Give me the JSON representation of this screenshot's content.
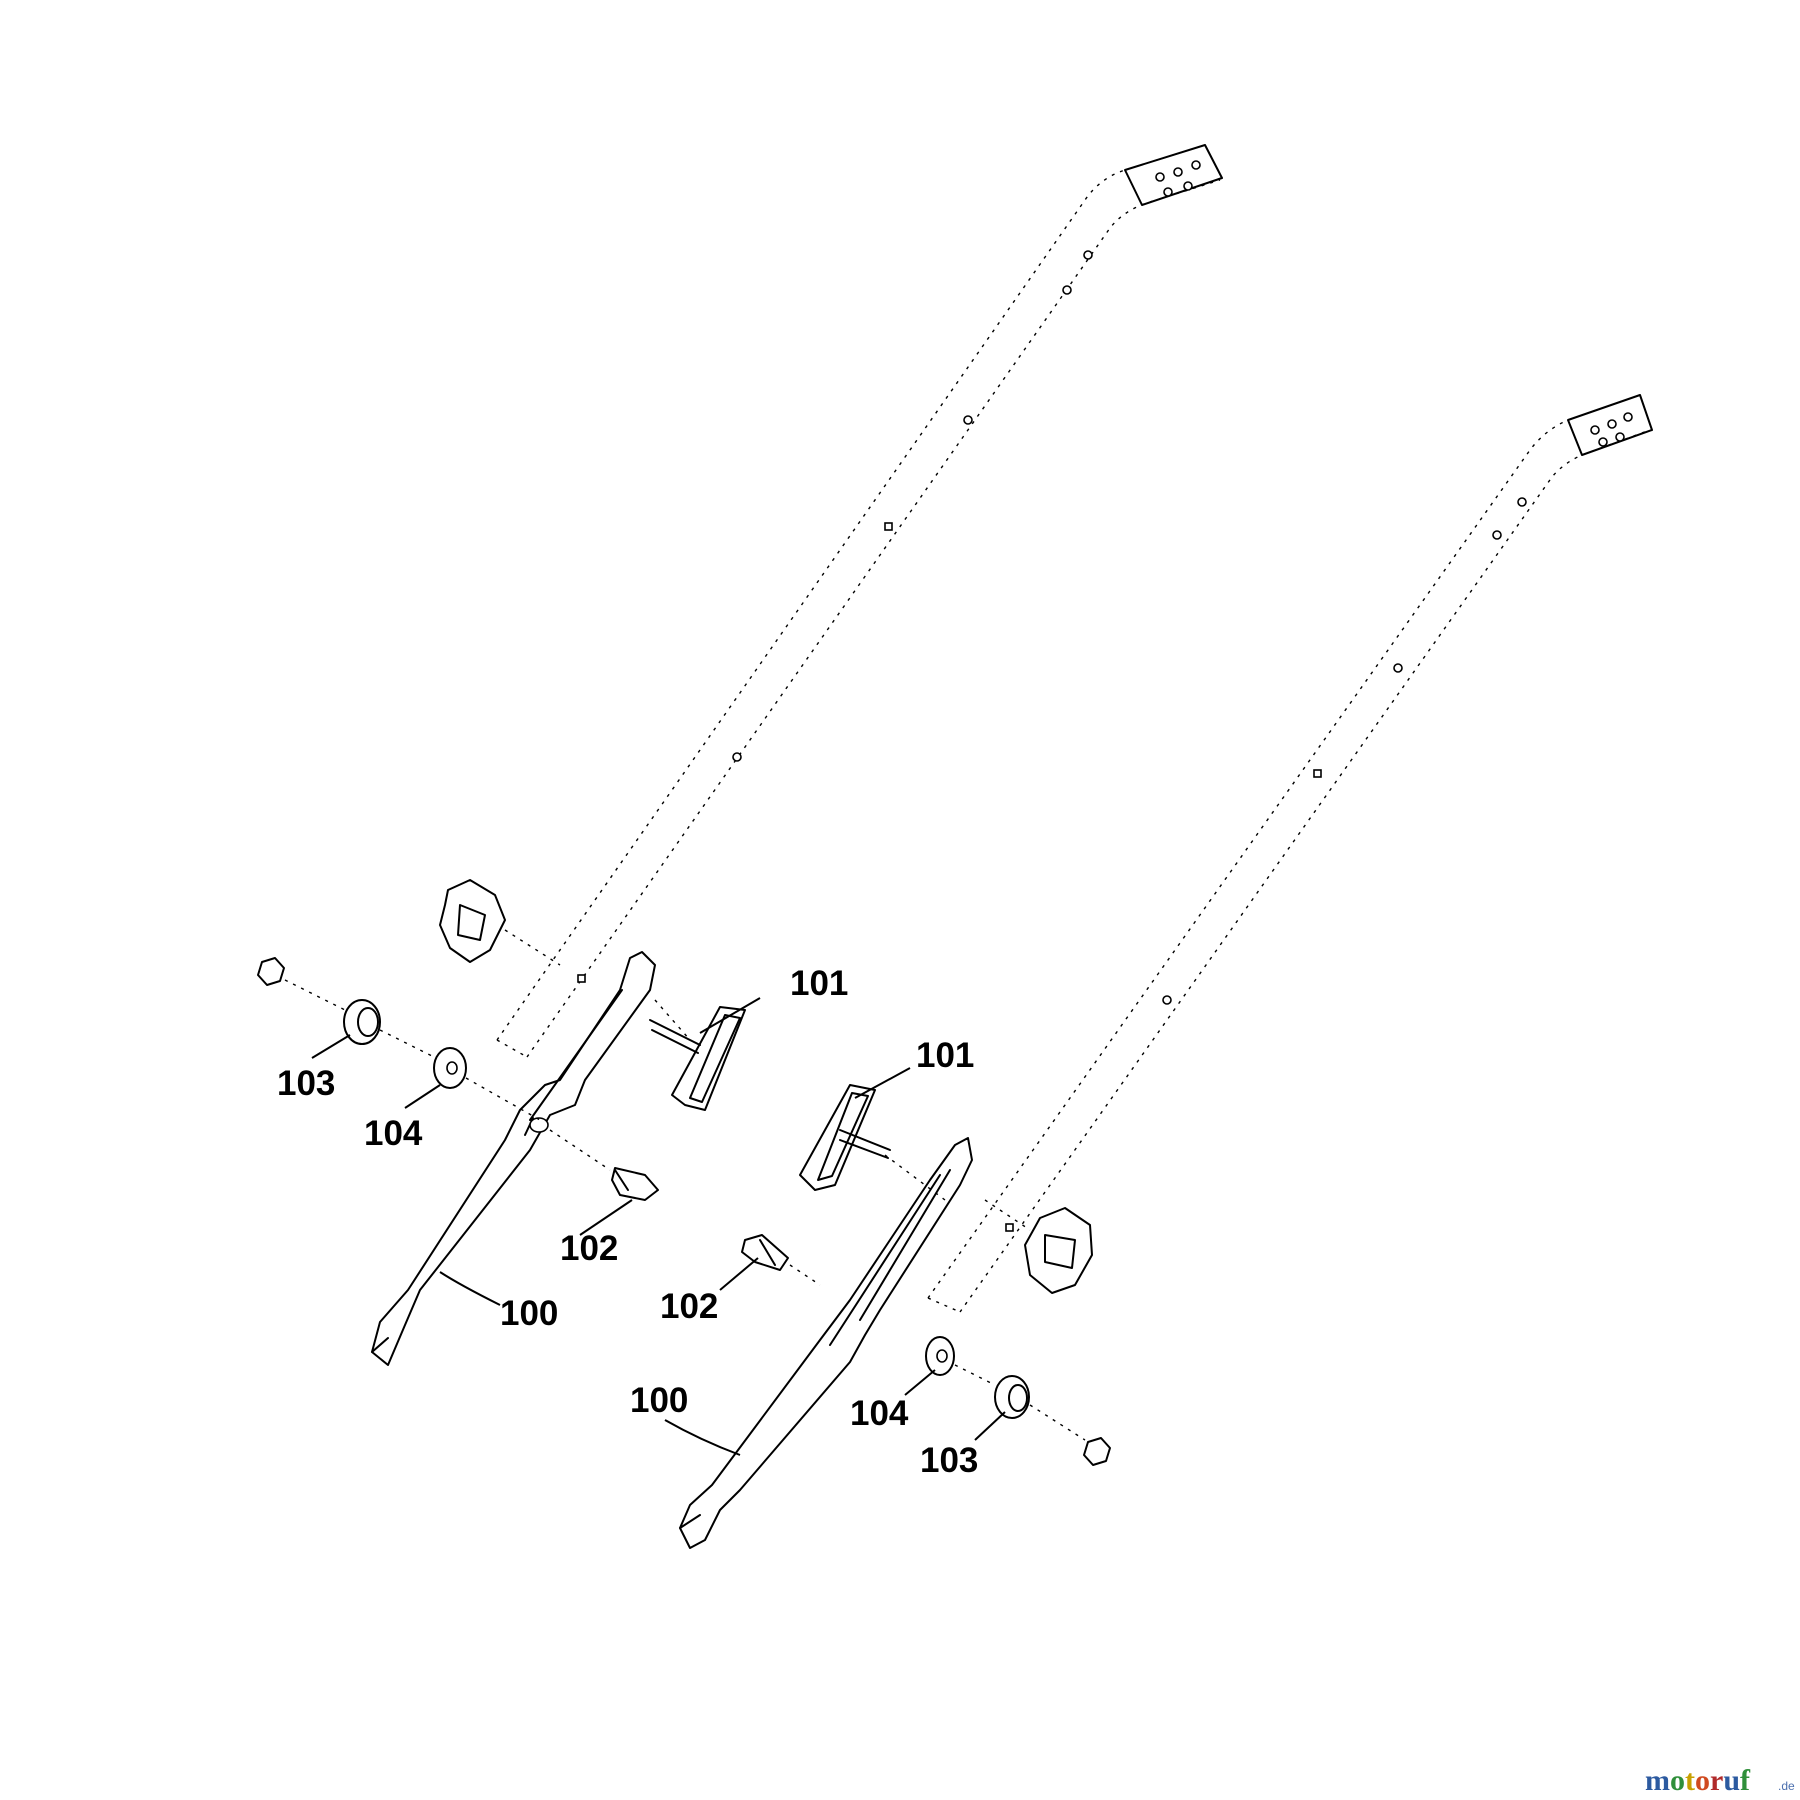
{
  "callouts": {
    "left_100": "100",
    "left_101": "101",
    "left_102": "102",
    "left_103": "103",
    "left_104": "104",
    "right_100": "100",
    "right_101": "101",
    "right_102": "102",
    "right_103": "103",
    "right_104": "104"
  },
  "watermark": {
    "letters": [
      "m",
      "o",
      "t",
      "o",
      "r",
      "u",
      "f"
    ],
    "colors": [
      "#2c5aa0",
      "#2f8f3a",
      "#c8a000",
      "#d04a1f",
      "#b02a2a",
      "#2c5aa0",
      "#2f8f3a"
    ],
    "suffix": ".de"
  }
}
